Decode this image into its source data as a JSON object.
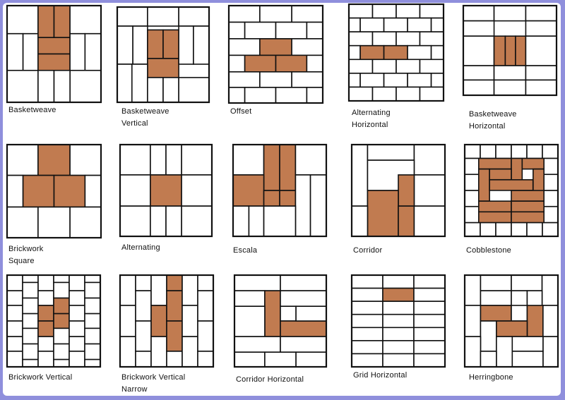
{
  "colors": {
    "paver": "#c17b50",
    "line": "#111111",
    "frame": "#8f8fdc"
  },
  "patterns": [
    {
      "id": "basketweave",
      "lines": [
        "Basketweave"
      ]
    },
    {
      "id": "basketweave-vertical",
      "lines": [
        "Basketweave",
        "Vertical"
      ]
    },
    {
      "id": "offset",
      "lines": [
        "Offset"
      ]
    },
    {
      "id": "alternating-horizontal",
      "lines": [
        "Alternating",
        "Horizontal"
      ]
    },
    {
      "id": "basketweave-horizontal",
      "lines": [
        "Basketweave",
        "Horizontal"
      ]
    },
    {
      "id": "brickwork-square",
      "lines": [
        "Brickwork",
        "Square"
      ]
    },
    {
      "id": "alternating",
      "lines": [
        "Alternating"
      ]
    },
    {
      "id": "escala",
      "lines": [
        "Escala"
      ]
    },
    {
      "id": "corridor",
      "lines": [
        "Corridor"
      ]
    },
    {
      "id": "cobblestone",
      "lines": [
        "Cobblestone"
      ]
    },
    {
      "id": "brickwork-vertical",
      "lines": [
        "Brickwork Vertical"
      ]
    },
    {
      "id": "brickwork-vertical-narrow",
      "lines": [
        "Brickwork Vertical",
        "Narrow"
      ]
    },
    {
      "id": "corridor-horizontal",
      "lines": [
        "Corridor Horizontal"
      ]
    },
    {
      "id": "grid-horizontal",
      "lines": [
        "Grid Horizontal"
      ]
    },
    {
      "id": "herringbone",
      "lines": [
        "Herringbone"
      ]
    }
  ]
}
